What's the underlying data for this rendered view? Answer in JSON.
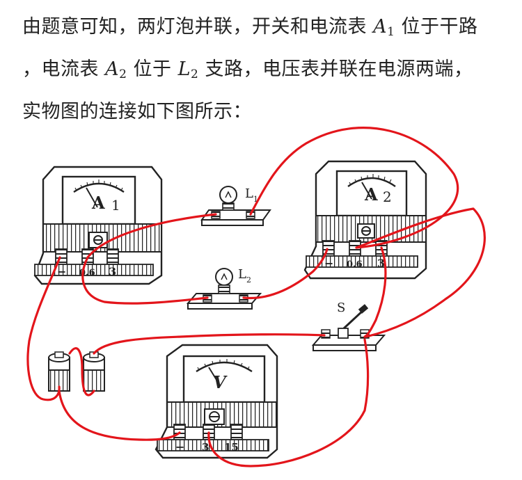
{
  "paragraph": {
    "line1": {
      "a": "由题意可知，两灯泡并联，开关和电流表 ",
      "var": "A",
      "sub": "1",
      "b": " 位于干路"
    },
    "line2": {
      "a": "，电流表 ",
      "var1": "A",
      "sub1": "2",
      "b": " 位于 ",
      "var2": "L",
      "sub2": "2",
      "c": " 支路，电压表并联在电源两端，"
    },
    "line3": "实物图的连接如下图所示："
  },
  "diagram": {
    "ammeter1": {
      "label": "A",
      "index": "1",
      "terminals": [
        "−",
        "0.6",
        "3"
      ]
    },
    "ammeter2": {
      "label": "A",
      "index": "2",
      "terminals": [
        "−",
        "0.6",
        "3"
      ]
    },
    "voltmeter": {
      "label": "V",
      "terminals": [
        "−",
        "3",
        "15"
      ]
    },
    "lamp1": {
      "label": "L",
      "index": "1"
    },
    "lamp2": {
      "label": "L",
      "index": "2"
    },
    "switch": {
      "label": "S"
    },
    "wire_color": "#e3151b"
  }
}
